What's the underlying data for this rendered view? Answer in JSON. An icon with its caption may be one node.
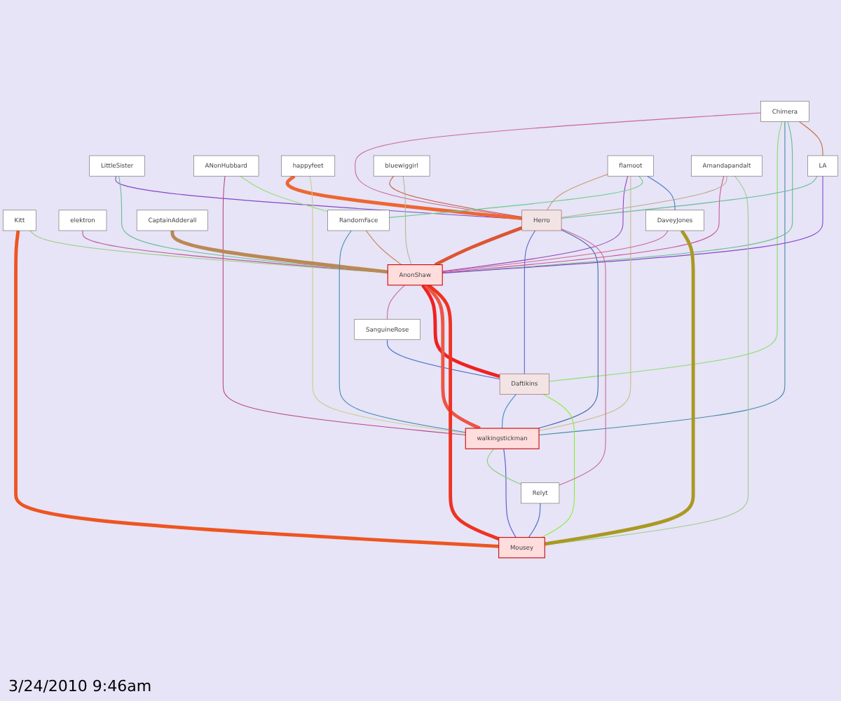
{
  "diagram": {
    "nodes": [
      {
        "text": [
          "LittleSister"
        ]
      },
      {
        "text": [
          "Chimera"
        ]
      },
      {
        "text": [
          "ANonHubbard"
        ]
      },
      {
        "text": [
          "Kitt"
        ]
      },
      {
        "text": [
          "happyfeet"
        ]
      },
      {
        "text": [
          "elektron"
        ]
      },
      {
        "text": [
          "Herro"
        ]
      },
      {
        "text": [
          "Daftikins"
        ]
      },
      {
        "text": [
          "SanguineRose"
        ]
      },
      {
        "text": [
          "LA"
        ]
      },
      {
        "text": [
          "AnonShaw"
        ]
      },
      {
        "text": [
          "Mousey"
        ]
      },
      {
        "text": [
          "bluewiggirl"
        ]
      },
      {
        "text": [
          "walkingstickman"
        ]
      },
      {
        "text": [
          "CaptainAdderall"
        ]
      },
      {
        "text": [
          "RandomFace"
        ]
      },
      {
        "text": [
          "flamoot"
        ]
      },
      {
        "text": [
          "Amandapandalt"
        ]
      },
      {
        "text": [
          "DaveyJones"
        ]
      },
      {
        "text": [
          "Relyt"
        ]
      }
    ],
    "edges": [
      {
        "from": 0,
        "to": 6,
        "arrow": "none",
        "color": "#8844cc"
      },
      {
        "from": 0,
        "to": 10,
        "arrow": "none",
        "color": "#66bb99"
      },
      {
        "from": 1,
        "to": 6,
        "arrow": "none",
        "color": "#cc6699"
      },
      {
        "from": 1,
        "to": 7,
        "arrow": "none",
        "color": "#88dd66"
      },
      {
        "from": 1,
        "to": 13,
        "arrow": "none",
        "color": "#4488aa"
      },
      {
        "from": 1,
        "to": 10,
        "arrow": "none",
        "color": "#66bb88"
      },
      {
        "from": 1,
        "to": 9,
        "arrow": "none",
        "color": "#cc6633"
      },
      {
        "from": 2,
        "to": 13,
        "arrow": "none",
        "color": "#bb4488"
      },
      {
        "from": 2,
        "to": 15,
        "arrow": "none",
        "color": "#99dd77"
      },
      {
        "from": 3,
        "to": 11,
        "arrow": "none",
        "style": "thick",
        "color": "#ee5522"
      },
      {
        "from": 3,
        "to": 10,
        "arrow": "none",
        "color": "#99cc77"
      },
      {
        "from": 4,
        "to": 6,
        "arrow": "none",
        "style": "thick",
        "color": "#ee6633"
      },
      {
        "from": 4,
        "to": 13,
        "arrow": "none",
        "color": "#cccc88"
      },
      {
        "from": 5,
        "to": 10,
        "arrow": "none",
        "color": "#bb5599"
      },
      {
        "from": 6,
        "to": 10,
        "arrow": "none",
        "style": "thick",
        "color": "#dd5533"
      },
      {
        "from": 6,
        "to": 7,
        "arrow": "none",
        "color": "#5566cc"
      },
      {
        "from": 6,
        "to": 13,
        "arrow": "none",
        "color": "#4466aa"
      },
      {
        "from": 8,
        "to": 7,
        "arrow": "none",
        "color": "#4466cc"
      },
      {
        "from": 10,
        "to": 8,
        "arrow": "none",
        "color": "#cc6699"
      },
      {
        "from": 9,
        "to": 6,
        "arrow": "none",
        "color": "#66bb99"
      },
      {
        "from": 9,
        "to": 10,
        "arrow": "none",
        "color": "#8844cc"
      },
      {
        "from": 10,
        "to": 7,
        "arrow": "none",
        "style": "thick",
        "color": "#ee2222"
      },
      {
        "from": 10,
        "to": 13,
        "arrow": "none",
        "style": "thick",
        "color": "#ee5544"
      },
      {
        "from": 11,
        "to": 10,
        "arrow": "none",
        "style": "thick",
        "color": "#ee3322"
      },
      {
        "from": 11,
        "to": 7,
        "arrow": "none",
        "color": "#88ee33"
      },
      {
        "from": 11,
        "to": 13,
        "arrow": "none",
        "color": "#5555cc"
      },
      {
        "from": 7,
        "to": 13,
        "arrow": "none",
        "color": "#4488cc"
      },
      {
        "from": 12,
        "to": 6,
        "arrow": "none",
        "color": "#cc5533"
      },
      {
        "from": 12,
        "to": 10,
        "arrow": "none",
        "color": "#aabb99"
      },
      {
        "from": 14,
        "to": 10,
        "arrow": "none",
        "style": "thick",
        "color": "#bb8855"
      },
      {
        "from": 15,
        "to": 13,
        "arrow": "none",
        "color": "#4488bb"
      },
      {
        "from": 15,
        "to": 10,
        "arrow": "none",
        "color": "#cc7744"
      },
      {
        "from": 16,
        "to": 6,
        "arrow": "none",
        "color": "#cc9977"
      },
      {
        "from": 16,
        "to": 10,
        "arrow": "none",
        "color": "#9944bb"
      },
      {
        "from": 16,
        "to": 13,
        "arrow": "none",
        "color": "#ccbb88"
      },
      {
        "from": 16,
        "to": 15,
        "arrow": "none",
        "color": "#66cc88"
      },
      {
        "from": 16,
        "to": 18,
        "arrow": "none",
        "color": "#4477cc"
      },
      {
        "from": 17,
        "to": 10,
        "arrow": "none",
        "color": "#cc5599"
      },
      {
        "from": 17,
        "to": 6,
        "arrow": "none",
        "color": "#bbaa88"
      },
      {
        "from": 17,
        "to": 11,
        "arrow": "none",
        "color": "#99cc88"
      },
      {
        "from": 18,
        "to": 10,
        "arrow": "none",
        "color": "#cc6699"
      },
      {
        "from": 18,
        "to": 11,
        "arrow": "none",
        "style": "thick",
        "color": "#aa9922"
      },
      {
        "from": 19,
        "to": 6,
        "arrow": "none",
        "color": "#cc6699"
      },
      {
        "from": 19,
        "to": 11,
        "arrow": "none",
        "color": "#4466cc"
      },
      {
        "from": 13,
        "to": 19,
        "arrow": "none",
        "color": "#88cc77"
      }
    ],
    "labels": [
      "3/24/2010 9:46am"
    ]
  }
}
